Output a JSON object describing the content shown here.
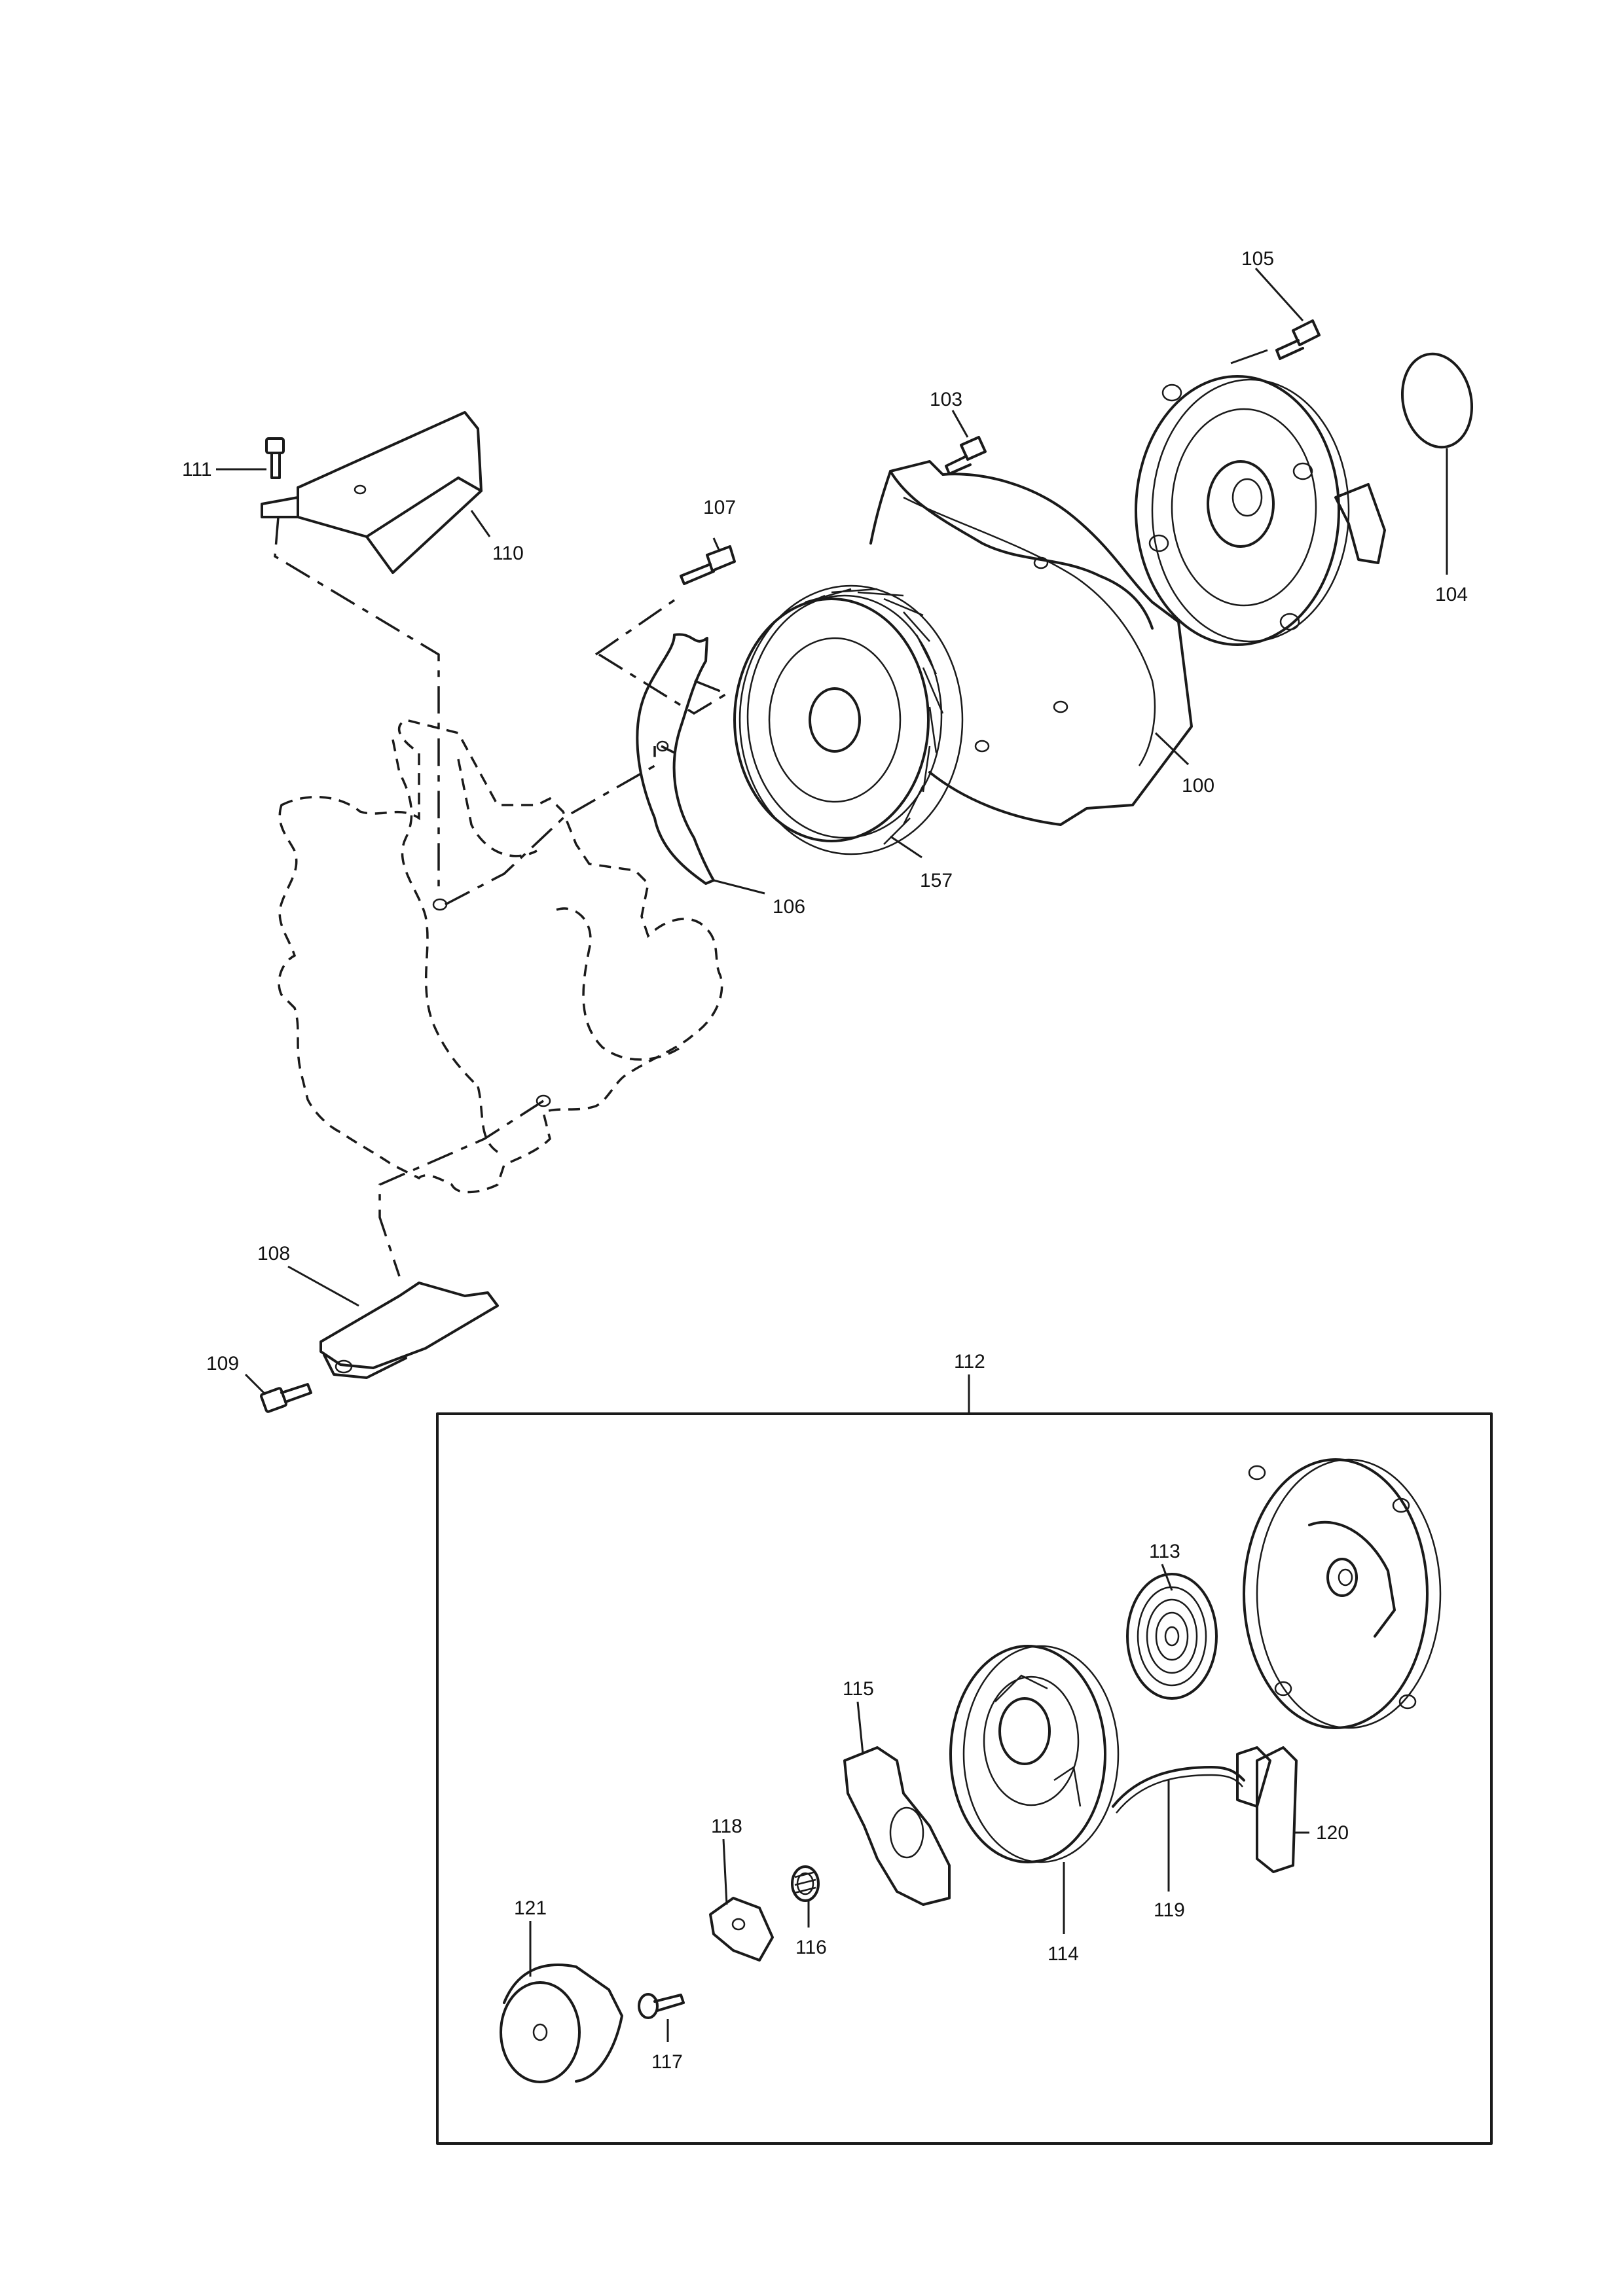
{
  "diagram": {
    "labels": {
      "p100": "100",
      "p103": "103",
      "p104": "104",
      "p105": "105",
      "p106": "106",
      "p107": "107",
      "p108": "108",
      "p109": "109",
      "p110": "110",
      "p111": "111",
      "p112": "112",
      "p113": "113",
      "p114": "114",
      "p115": "115",
      "p116": "116",
      "p117": "117",
      "p118": "118",
      "p119": "119",
      "p120": "120",
      "p121": "121",
      "p157": "157"
    }
  }
}
